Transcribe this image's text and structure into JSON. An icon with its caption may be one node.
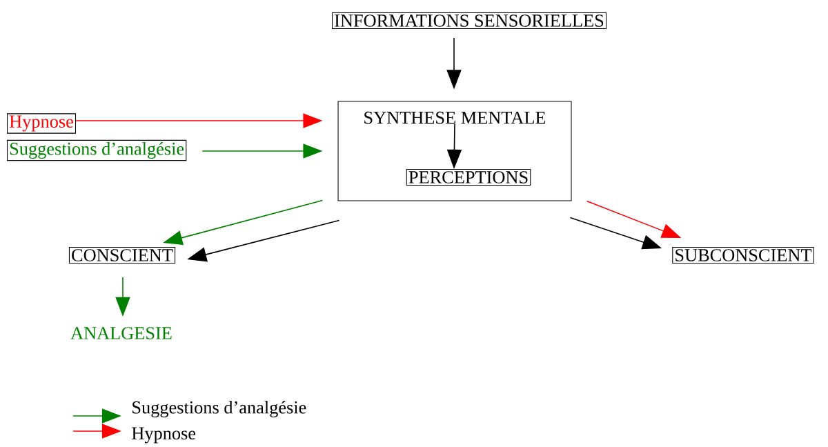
{
  "diagram": {
    "nodes": [
      {
        "text": [
          "INFORMATIONS SENSORIELLES"
        ]
      },
      {
        "text": [
          "SYNTHESE MENTALE"
        ]
      },
      {
        "text": [
          "PERCEPTIONS"
        ],
        "in": 1
      },
      {
        "text": [
          "Hypnose"
        ]
      },
      {
        "text": [
          "Suggestions d’analgésie"
        ]
      },
      {
        "text": [
          "CONSCIENT"
        ]
      },
      {
        "text": [
          "SUBCONSCIENT"
        ]
      },
      {
        "text": [
          "ANALGESIE"
        ]
      }
    ],
    "edges": [
      {
        "from": 0,
        "to": 1,
        "arrow": "to"
      },
      {
        "from": 3,
        "to": 1,
        "arrow": "to",
        "color": "#ff0000"
      },
      {
        "from": 4,
        "to": 1,
        "arrow": "to",
        "color": "#008000"
      },
      {
        "from": 1,
        "to": 2,
        "arrow": "to"
      },
      {
        "from": 1,
        "to": 5,
        "arrow": "to",
        "color": "#008000"
      },
      {
        "from": 1,
        "to": 5,
        "arrow": "to"
      },
      {
        "from": 1,
        "to": 6,
        "arrow": "to",
        "color": "#ff0000"
      },
      {
        "from": 1,
        "to": 6,
        "arrow": "to"
      },
      {
        "from": 5,
        "to": 7,
        "arrow": "to",
        "color": "#008000"
      }
    ],
    "legend": [
      {
        "text": "Suggestions d’analgésie",
        "color": "#008000"
      },
      {
        "text": "Hypnose",
        "color": "#ff0000"
      }
    ]
  }
}
